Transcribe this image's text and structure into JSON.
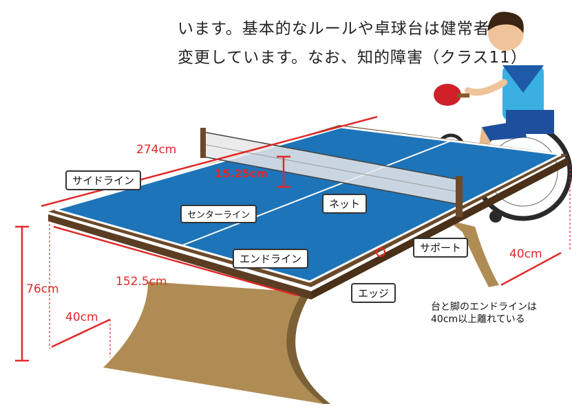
{
  "header": {
    "line1": "います。基本的なルールや卓球台は健常者と同",
    "line2": "変更しています。なお、知的障害（クラス11）"
  },
  "labels": {
    "side_line": "サイドライン",
    "center_line": "センターライン",
    "end_line": "エンドライン",
    "net": "ネット",
    "support": "サポート",
    "edge": "エッジ"
  },
  "dimensions": {
    "length": "274cm",
    "net_height": "15.25cm",
    "width": "152.5cm",
    "height": "76cm",
    "leg_offset_left": "40cm",
    "leg_offset_right": "40cm"
  },
  "note": {
    "line1": "台と脚のエンドラインは",
    "line2": "40cm以上離れている"
  },
  "colors": {
    "table_top": "#1e74b8",
    "table_edge": "#6b4a2b",
    "leg": "#b08c55",
    "dimension": "#e02828",
    "shirt": "#3ab0e2"
  }
}
